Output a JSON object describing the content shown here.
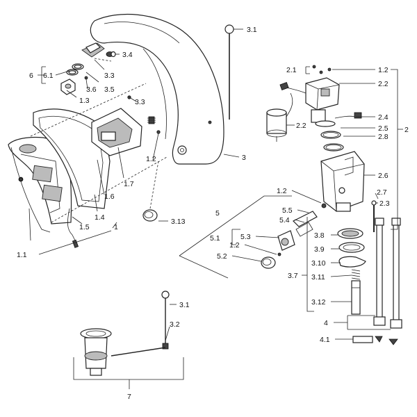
{
  "labels": {
    "l_3_1_top": "3.1",
    "l_3_4": "3.4",
    "l_6": "6",
    "l_6_1": "6.1",
    "l_3_3a": "3.3",
    "l_3_5": "3.5",
    "l_3_6": "3.6",
    "l_1_3": "1.3",
    "l_3_3b": "3.3",
    "l_1_2a": "1.2",
    "l_3": "3",
    "l_1_7": "1.7",
    "l_1_6": "1.6",
    "l_1_4": "1.4",
    "l_1_5": "1.5",
    "l_1": "1",
    "l_1_1": "1.1",
    "l_3_13": "3.13",
    "l_2_1": "2.1",
    "l_1_2b": "1.2",
    "l_2_2a": "2.2",
    "l_2_2b": "2.2",
    "l_2_4": "2.4",
    "l_2_5": "2.5",
    "l_2_8": "2.8",
    "l_2": "2",
    "l_2_6": "2.6",
    "l_2_7": "2.7",
    "l_2_3": "2.3",
    "l_1_2c": "1.2",
    "l_5": "5",
    "l_5_5": "5.5",
    "l_5_4": "5.4",
    "l_5_3": "5.3",
    "l_5_1": "5.1",
    "l_1_2d": "1.2",
    "l_5_2": "5.2",
    "l_3_8": "3.8",
    "l_3_9": "3.9",
    "l_3_10": "3.10",
    "l_3_7": "3.7",
    "l_3_11": "3.11",
    "l_3_12": "3.12",
    "l_4": "4",
    "l_4_1": "4.1",
    "l_3_1_bot": "3.1",
    "l_3_2": "3.2",
    "l_7": "7"
  }
}
